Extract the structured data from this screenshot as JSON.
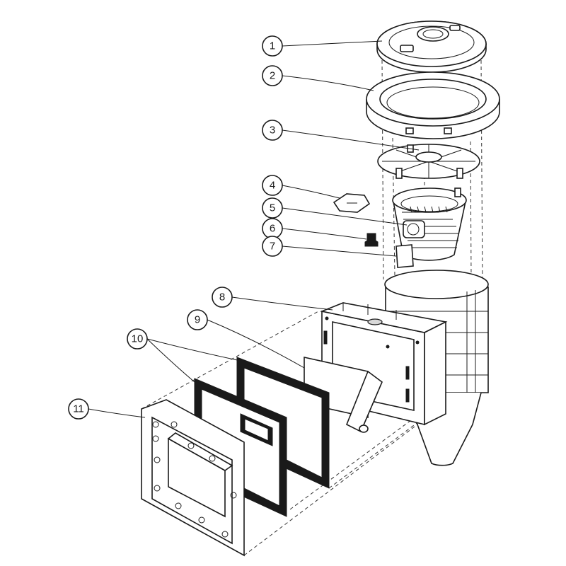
{
  "diagram": {
    "callouts": [
      {
        "id": "c1",
        "number": "1"
      },
      {
        "id": "c2",
        "number": "2"
      },
      {
        "id": "c3",
        "number": "3"
      },
      {
        "id": "c4",
        "number": "4"
      },
      {
        "id": "c5",
        "number": "5"
      },
      {
        "id": "c6",
        "number": "6"
      },
      {
        "id": "c7",
        "number": "7"
      },
      {
        "id": "c8",
        "number": "8"
      },
      {
        "id": "c9",
        "number": "9"
      },
      {
        "id": "c10",
        "number": "10"
      },
      {
        "id": "c11",
        "number": "11"
      }
    ]
  },
  "colors": {
    "line": "#1a1a1a",
    "background": "#ffffff",
    "shade": "#d9d9d9"
  }
}
